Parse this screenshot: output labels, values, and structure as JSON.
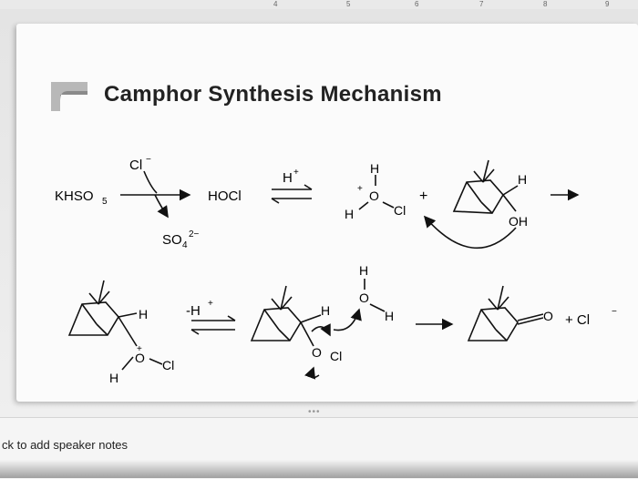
{
  "ruler": {
    "ticks": [
      "4",
      "5",
      "6",
      "7",
      "8",
      "9"
    ]
  },
  "slide": {
    "title": "Camphor Synthesis Mechanism",
    "labels": {
      "cl_minus": "Cl",
      "khso5": "KHSO",
      "khso5_sub": "5",
      "hocl": "HOCl",
      "h_plus": "H",
      "so4": "SO",
      "so4_sub": "4",
      "so4_charge": "2−",
      "plus": "+",
      "minus_h_plus": "-H",
      "h": "H",
      "o": "O",
      "cl": "Cl",
      "oh": "OH",
      "o_ketone": "O",
      "plus_cl_minus": "+ Cl"
    }
  },
  "notes": {
    "placeholder": "ck to add speaker notes"
  }
}
